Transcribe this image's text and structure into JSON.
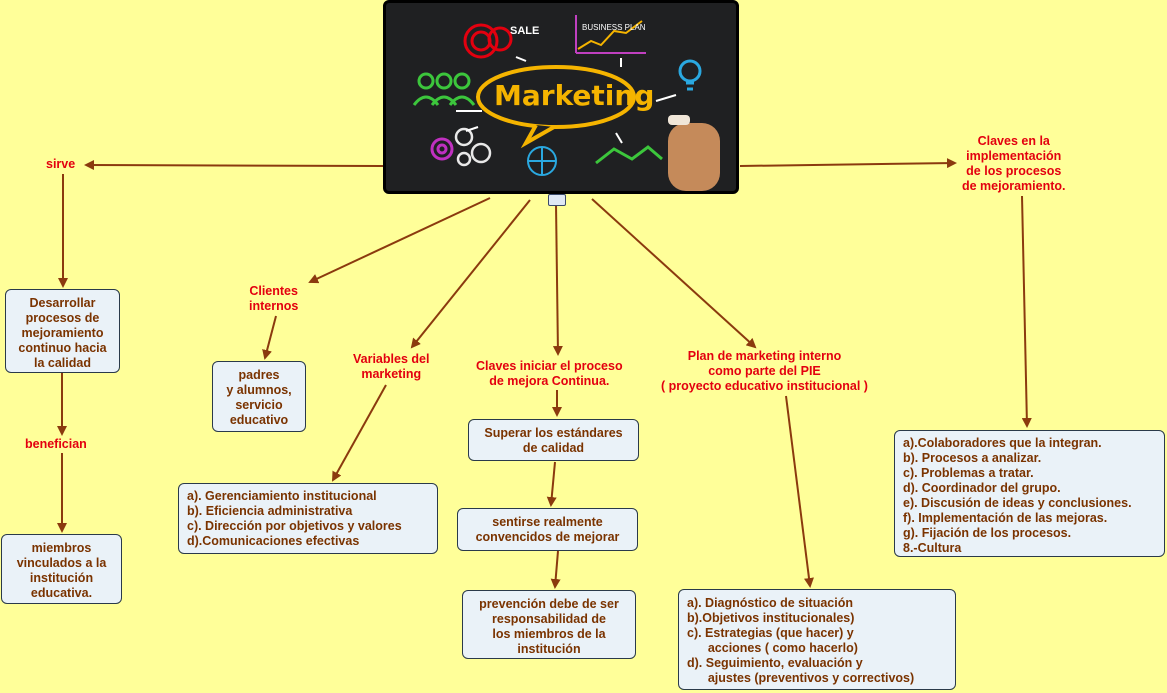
{
  "image": {
    "center_text": "Marketing",
    "sale_text": "SALE",
    "business_plan_text": "BUSINESS PLAN",
    "icons": [
      "people-icon",
      "gears-icon",
      "lightbulb-icon",
      "handshake-icon",
      "pie-chart-icon",
      "hand-chalk-icon",
      "sale-target-icon",
      "business-plan-chart-icon"
    ]
  },
  "nodes": {
    "sirve": "sirve",
    "desarrollar": "Desarrollar\nprocesos de\nmejoramiento\ncontinuo hacia\nla calidad",
    "benefician": "benefician",
    "miembros": "miembros\nvinculados a la\ninstitución\neducativa.",
    "clientes": "Clientes\ninternos",
    "padres": "padres\ny alumnos,\nservicio\neducativo",
    "variables": "Variables del\nmarketing",
    "variables_list": "a). Gerenciamiento institucional\nb). Eficiencia administrativa\nc). Dirección por objetivos y valores\nd).Comunicaciones efectivas",
    "claves_iniciar": "Claves iniciar el proceso\nde mejora Continua.",
    "superar": "Superar los estándares\nde calidad",
    "sentirse": "sentirse realmente\nconvencidos de mejorar",
    "prevencion": "prevención debe de ser\nresponsabilidad de\nlos miembros de la\ninstitución",
    "plan": "Plan de marketing interno\ncomo parte del PIE\n( proyecto educativo institucional )",
    "plan_list": "a). Diagnóstico de situación\nb).Objetivos institucionales)\nc). Estrategias (que hacer) y\n      acciones ( como hacerlo)\nd). Seguimiento, evaluación y\n      ajustes (preventivos y correctivos)",
    "claves_impl": "Claves en la\nimplementación\nde los procesos\nde mejoramiento.",
    "claves_impl_list": "a).Colaboradores que la integran.\nb). Procesos a analizar.\nc). Problemas a tratar.\nd). Coordinador del grupo.\ne). Discusión de ideas y conclusiones.\nf). Implementación de las mejoras.\ng). Fijación de los procesos.\n8.-Cultura"
  },
  "colors": {
    "background": "#ffff99",
    "label_red": "#e3000f",
    "box_text": "#7a3300",
    "box_fill": "#eaf2f8",
    "arrow": "#8b3a0e",
    "highlight_yellow": "#f5b400"
  }
}
